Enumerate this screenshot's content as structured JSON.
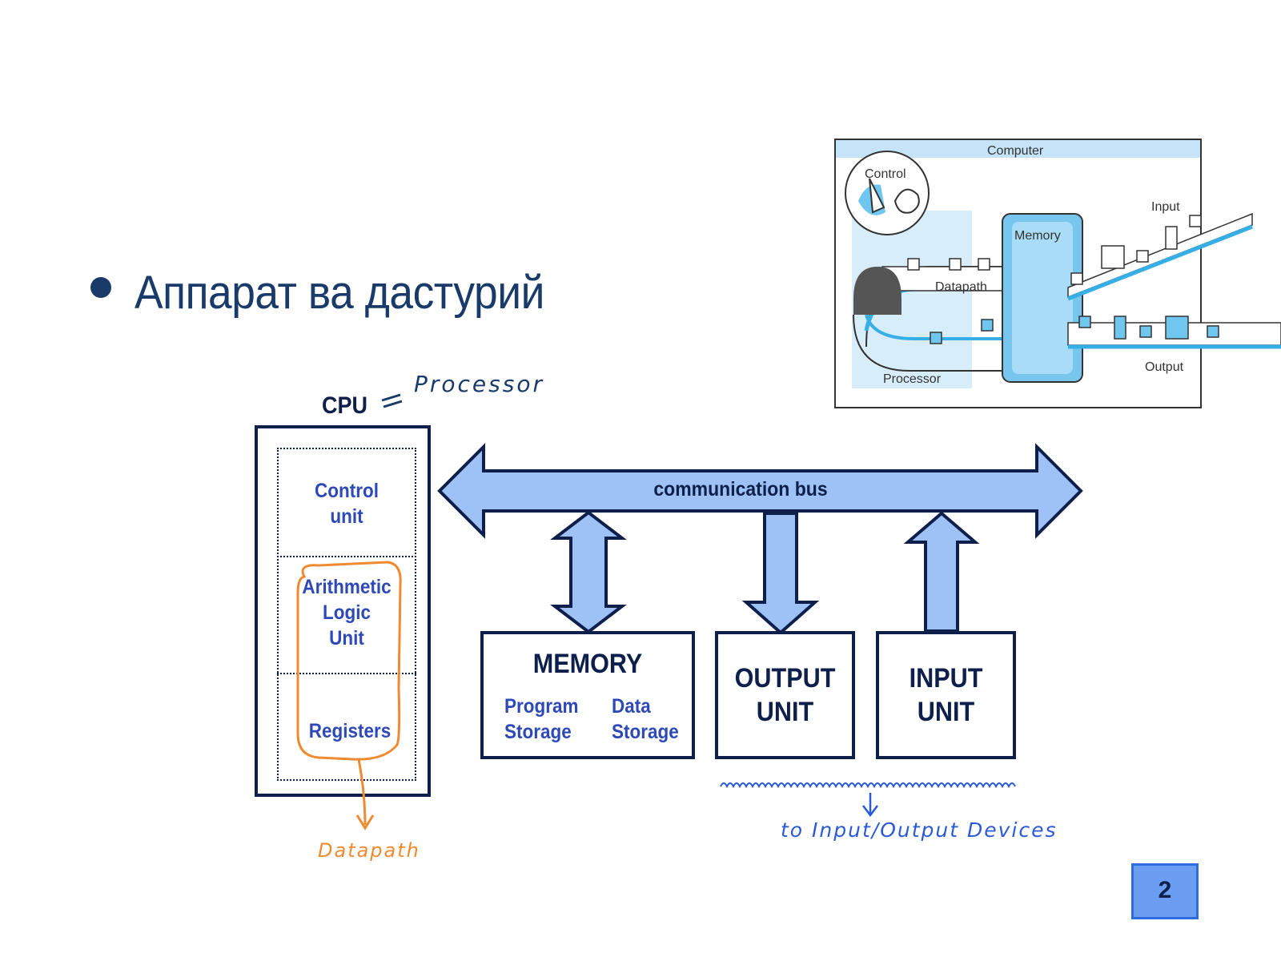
{
  "slide": {
    "bullet": "Аппарат ва дастурий",
    "page_number": "2"
  },
  "cpu": {
    "label": "CPU",
    "annotation": "Processor",
    "control_unit": "Control\nunit",
    "alu": [
      "Arithmetic",
      "Logic",
      "Unit"
    ],
    "registers": "Registers",
    "datapath_annotation": "Datapath"
  },
  "bus": {
    "label": "communication bus"
  },
  "memory": {
    "title": "MEMORY",
    "program_storage": [
      "Program",
      "Storage"
    ],
    "data_storage": [
      "Data",
      "Storage"
    ]
  },
  "output_unit": {
    "title": [
      "OUTPUT",
      "UNIT"
    ]
  },
  "input_unit": {
    "title": [
      "INPUT",
      "UNIT"
    ]
  },
  "io_annotation": "to Input/Output Devices",
  "figure": {
    "computer": "Computer",
    "control": "Control",
    "datapath": "Datapath",
    "memory": "Memory",
    "processor": "Processor",
    "input": "Input",
    "output": "Output"
  },
  "colors": {
    "navy": "#0d1f4a",
    "label_blue": "#2d49b8",
    "arrow_fill": "#9ec2f5",
    "annotation_orange": "#f08a30",
    "annotation_blue": "#2a5ad8"
  }
}
